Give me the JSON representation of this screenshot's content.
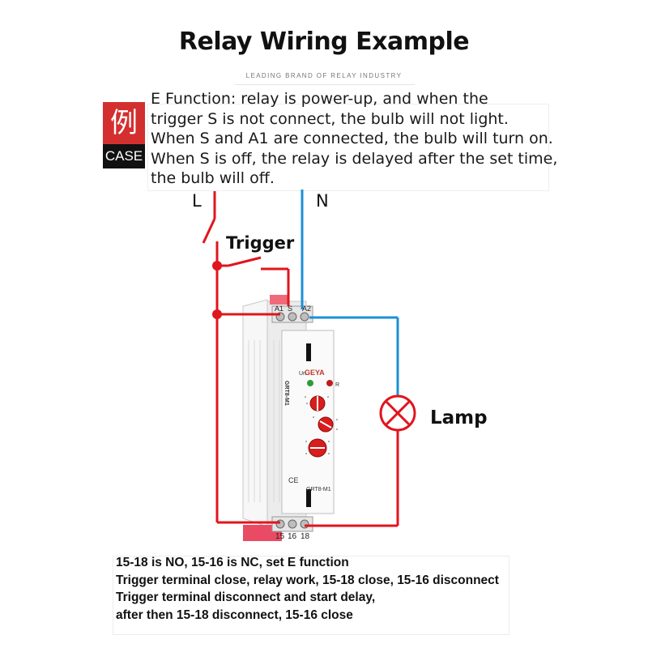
{
  "title": "Relay Wiring Example",
  "subtitle": "LEADING BRAND OF RELAY INDUSTRY",
  "case_badge": {
    "glyph": "例",
    "label": "CASE"
  },
  "description": [
    "E Function: relay is power-up, and when the",
    "trigger S is not connect, the bulb will not light.",
    "When S and A1 are connected, the bulb will turn on.",
    "When S is off, the relay is delayed after the set time,",
    "the bulb will off."
  ],
  "diagram": {
    "line_label": "L",
    "neutral_label": "N",
    "trigger_label": "Trigger",
    "lamp_label": "Lamp",
    "top_terminals": [
      "A1",
      "S",
      "A2"
    ],
    "bottom_terminals": [
      "15",
      "16",
      "18"
    ],
    "relay": {
      "brand": "GEYA",
      "model_vertical": "GRT8-M1",
      "model": "GRT8-M1",
      "led_labels": [
        "Un",
        "R"
      ],
      "ce_mark": "CE"
    },
    "colors": {
      "live": "#e0151e",
      "neutral": "#1e8fd6",
      "relay_body": "#f2f2f2",
      "knob": "#d91c1c"
    }
  },
  "notes": [
    "15-18 is NO, 15-16 is NC, set E function",
    "Trigger terminal close, relay work, 15-18 close, 15-16 disconnect",
    "Trigger terminal disconnect and start delay,",
    "after then 15-18 disconnect, 15-16 close"
  ]
}
